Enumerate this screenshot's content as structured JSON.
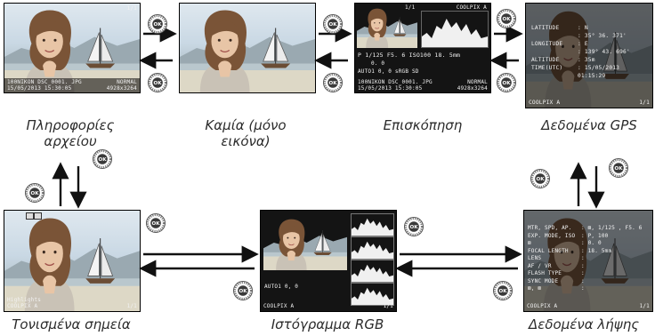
{
  "ok_label": "OK",
  "screens": {
    "file": {
      "counter": "1/1",
      "line1_left": "100NIKON    DSC_0001. JPG",
      "line1_right": "NORMAL",
      "line2_left": "15/05/2013  15:30:05",
      "line2_right": "4928x3264"
    },
    "none": {},
    "overview": {
      "counter": "1/1",
      "camera": "COOLPIX A",
      "row1": "P   1/125    F5. 6   ISO100      18. 5mm",
      "row2": "0. 0",
      "row3": "AUTO1  0,  0         sRGB        SD",
      "line1_left": "100NIKON    DSC_0001. JPG",
      "line1_right": "NORMAL",
      "line2_left": "15/05/2013  15:30:05",
      "line2_right": "4928x3264"
    },
    "gps": {
      "rows": [
        {
          "k": "LATITUDE",
          "v": ": N"
        },
        {
          "k": "",
          "v": ":  35° 36. 371'"
        },
        {
          "k": "LONGITUDE",
          "v": ": E"
        },
        {
          "k": "",
          "v": ": 139° 43. 696'"
        },
        {
          "k": "ALTITUDE",
          "v": ": 35m"
        },
        {
          "k": "TIME(UTC)",
          "v": ": 15/05/2013"
        },
        {
          "k": "",
          "v": "  01:15:29"
        }
      ],
      "camera": "COOLPIX A",
      "counter": "1/1"
    },
    "highlights": {
      "title": "Highlights",
      "camera": "COOLPIX A",
      "counter": "1/1"
    },
    "rgb": {
      "row": "AUTO1  0,  0",
      "camera": "COOLPIX A",
      "counter": "1/1"
    },
    "shooting": {
      "rows": [
        {
          "k": "MTR, SPD, AP.",
          "v": ": ⊠, 1/125 , F5. 6"
        },
        {
          "k": "EXP. MODE, ISO",
          "v": ": P, 100"
        },
        {
          "k": "⊠",
          "v": ": 0. 0"
        },
        {
          "k": "FOCAL LENGTH",
          "v": ": 18. 5mm"
        },
        {
          "k": "LENS",
          "v": ":"
        },
        {
          "k": "AF / VR",
          "v": ":"
        },
        {
          "k": "FLASH TYPE",
          "v": ":"
        },
        {
          "k": "SYNC MODE",
          "v": ":"
        },
        {
          "k": "⊠, ⊠",
          "v": ":"
        }
      ],
      "camera": "COOLPIX A",
      "counter": "1/1"
    }
  },
  "labels": {
    "file_info": "Πληροφορίες αρχείου",
    "none": "Καμία (μόνο εικόνα)",
    "overview": "Επισκόπηση",
    "gps": "Δεδομένα GPS",
    "highlights": "Τονισμένα σημεία",
    "rgb": "Ιστόγραμμα RGB",
    "shooting": "Δεδομένα λήψης"
  }
}
